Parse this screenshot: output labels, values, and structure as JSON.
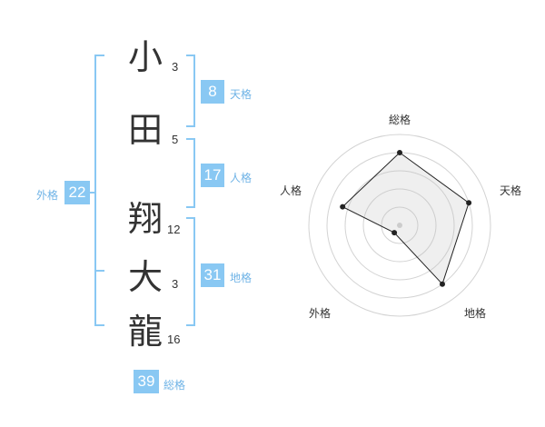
{
  "name": {
    "chars": [
      {
        "char": "小",
        "strokes": "3"
      },
      {
        "char": "田",
        "strokes": "5"
      },
      {
        "char": "翔",
        "strokes": "12"
      },
      {
        "char": "大",
        "strokes": "3"
      },
      {
        "char": "龍",
        "strokes": "16"
      }
    ]
  },
  "kaku": {
    "tenkaku": {
      "value": "8",
      "label": "天格"
    },
    "jinkaku": {
      "value": "17",
      "label": "人格"
    },
    "chikaku": {
      "value": "31",
      "label": "地格"
    },
    "gaikaku": {
      "value": "22",
      "label": "外格"
    },
    "soukaku": {
      "value": "39",
      "label": "総格"
    }
  },
  "colors": {
    "accent": "#89c8f3",
    "label": "#6fb3e6",
    "text": "#333333"
  },
  "chart_data": {
    "type": "radar",
    "axes": [
      "総格",
      "天格",
      "地格",
      "外格",
      "人格"
    ],
    "values": [
      4,
      4,
      4,
      0.5,
      3.3
    ],
    "max": 5
  }
}
